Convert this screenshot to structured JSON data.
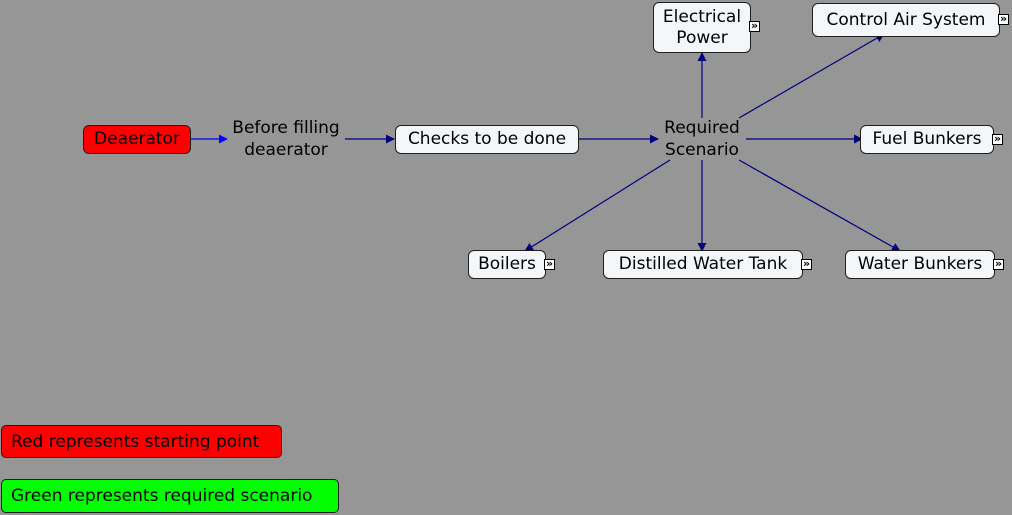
{
  "colors": {
    "background": "#969696",
    "start": "#ff0000",
    "scenario": "#00ff00",
    "edge": "#00007f",
    "edge_start": "#0000ff"
  },
  "nodes": {
    "deaerator": "Deaerator",
    "before_filling": [
      "Before filling",
      "deaerator"
    ],
    "checks": "Checks to be done",
    "required": [
      "Required",
      "Scenario"
    ],
    "electrical": [
      "Electrical",
      "Power"
    ],
    "control_air": "Control Air System",
    "fuel": "Fuel Bunkers",
    "boilers": "Boilers",
    "distilled": "Distilled Water Tank",
    "water": "Water Bunkers"
  },
  "expand_icon": "»",
  "legend": {
    "red": "Red represents starting point",
    "green": "Green represents required scenario"
  }
}
